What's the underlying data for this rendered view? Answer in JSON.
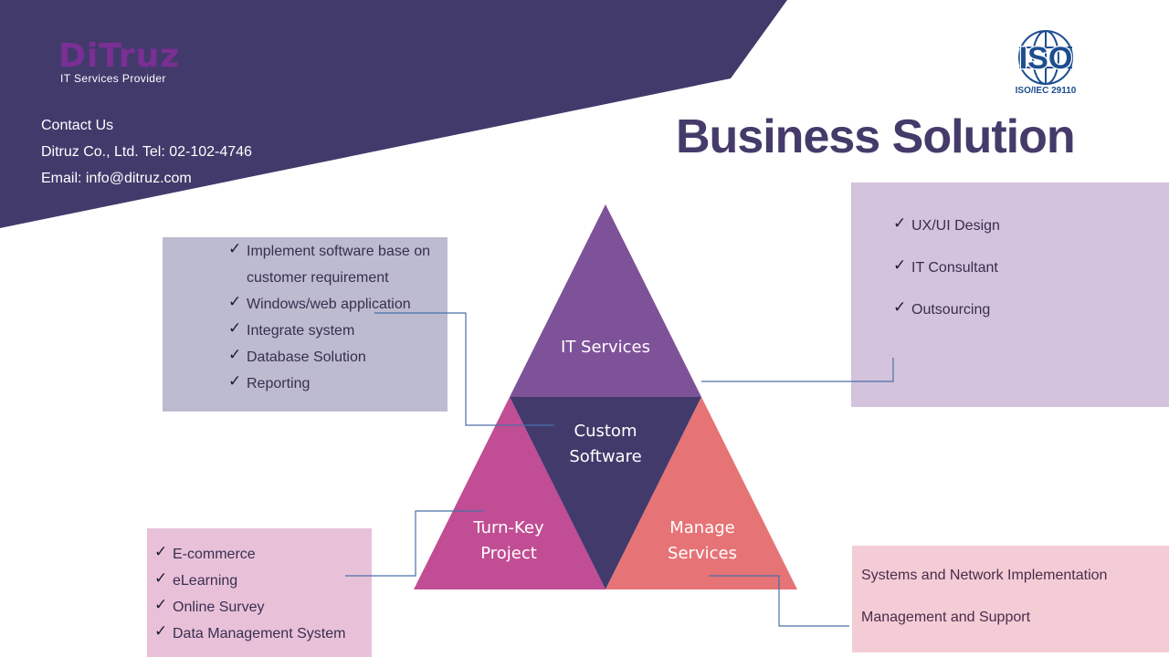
{
  "colors": {
    "header_band": "#433a6c",
    "title": "#453b6a",
    "it_services": "#7e5298",
    "custom_software": "#433a6c",
    "turnkey": "#c14d94",
    "manage_services": "#e67376",
    "connector": "#4a6fa8"
  },
  "logo": {
    "word": "DiTruz",
    "tagline": "IT Services Provider"
  },
  "contact": {
    "heading": "Contact Us",
    "company": "Ditruz Co., Ltd. Tel: 02-102-4746",
    "email": "Email: info@ditruz.com"
  },
  "iso": {
    "mark": "ISO",
    "standard": "ISO/IEC 29110",
    "icon": "globe-icon"
  },
  "title": "Business Solution",
  "triangles": {
    "top": "IT Services",
    "center_line1": "Custom",
    "center_line2": "Software",
    "left_line1": "Turn-Key",
    "left_line2": "Project",
    "right_line1": "Manage",
    "right_line2": "Services"
  },
  "custom_software_items": [
    "Implement software base on",
    "customer requirement",
    "Windows/web application",
    "Integrate system",
    "Database Solution",
    "Reporting"
  ],
  "it_services_items": [
    "UX/UI Design",
    "IT Consultant",
    "Outsourcing"
  ],
  "turnkey_items": [
    "E-commerce",
    "eLearning",
    "Online Survey",
    "Data Management System"
  ],
  "manage_items": [
    "Systems and Network Implementation",
    "Management and Support"
  ],
  "check_glyph": "✓"
}
